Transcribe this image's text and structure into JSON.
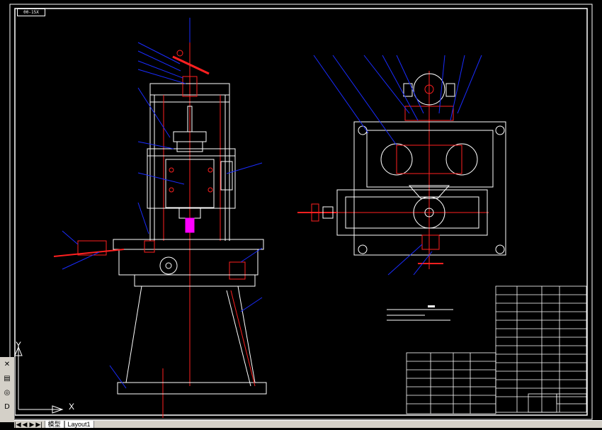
{
  "title_box": "00-15X",
  "axis": {
    "x": "X",
    "y": "Y"
  },
  "tabs": {
    "model": "模型",
    "layout": "Layout1"
  },
  "toolbar": {
    "close": "✕",
    "props": "▤",
    "snap": "◎",
    "pane": "D"
  },
  "colors": {
    "red": "#ff2020",
    "white": "#ffffff",
    "blue": "#1a2cff",
    "yellow": "#ffff00",
    "magenta": "#ff00ff"
  }
}
